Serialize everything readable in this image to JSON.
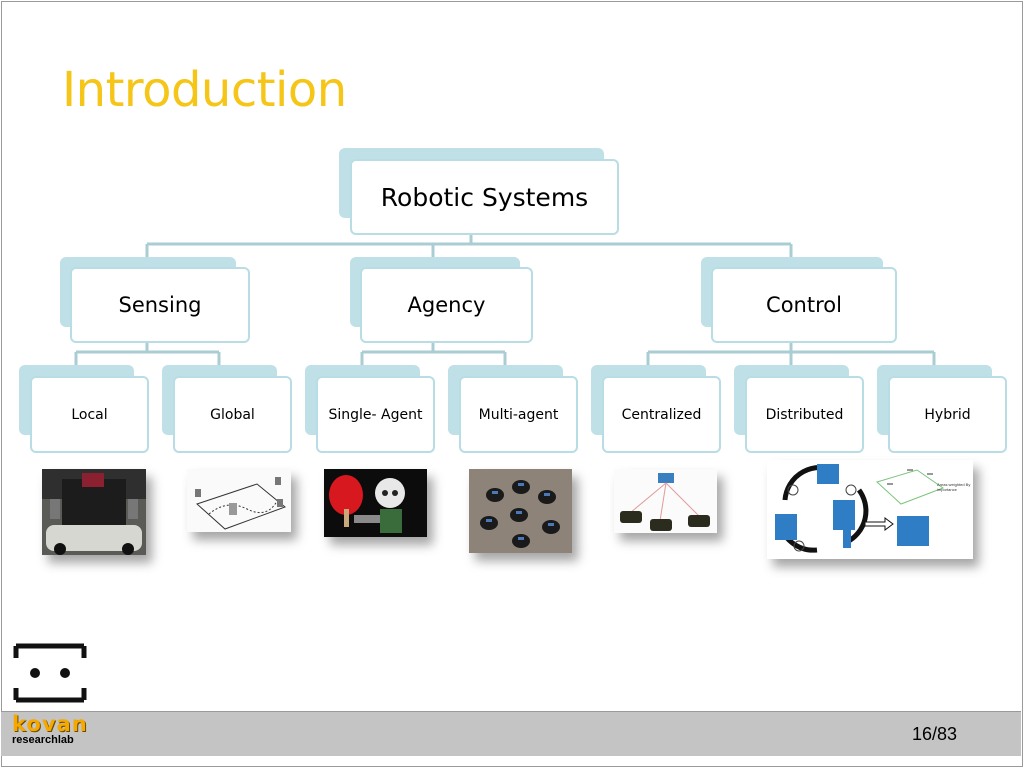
{
  "slide": {
    "title": "Introduction",
    "page_number": "16/83"
  },
  "tree": {
    "root": "Robotic Systems",
    "level1": [
      "Sensing",
      "Agency",
      "Control"
    ],
    "level2": [
      "Local",
      "Global",
      "Single- Agent",
      "Multi-agent",
      "Centralized",
      "Distributed",
      "Hybrid"
    ]
  },
  "images": {
    "hybrid_caption": "Areas weighted By importance"
  },
  "brand": {
    "line1": "kovan",
    "line2": "researchlab"
  },
  "colors": {
    "title": "#f5c518",
    "box_border": "#b8dde4",
    "box_shadow": "#bfe0e6",
    "connector": "#a9cdd3",
    "footer": "#c4c4c4"
  }
}
